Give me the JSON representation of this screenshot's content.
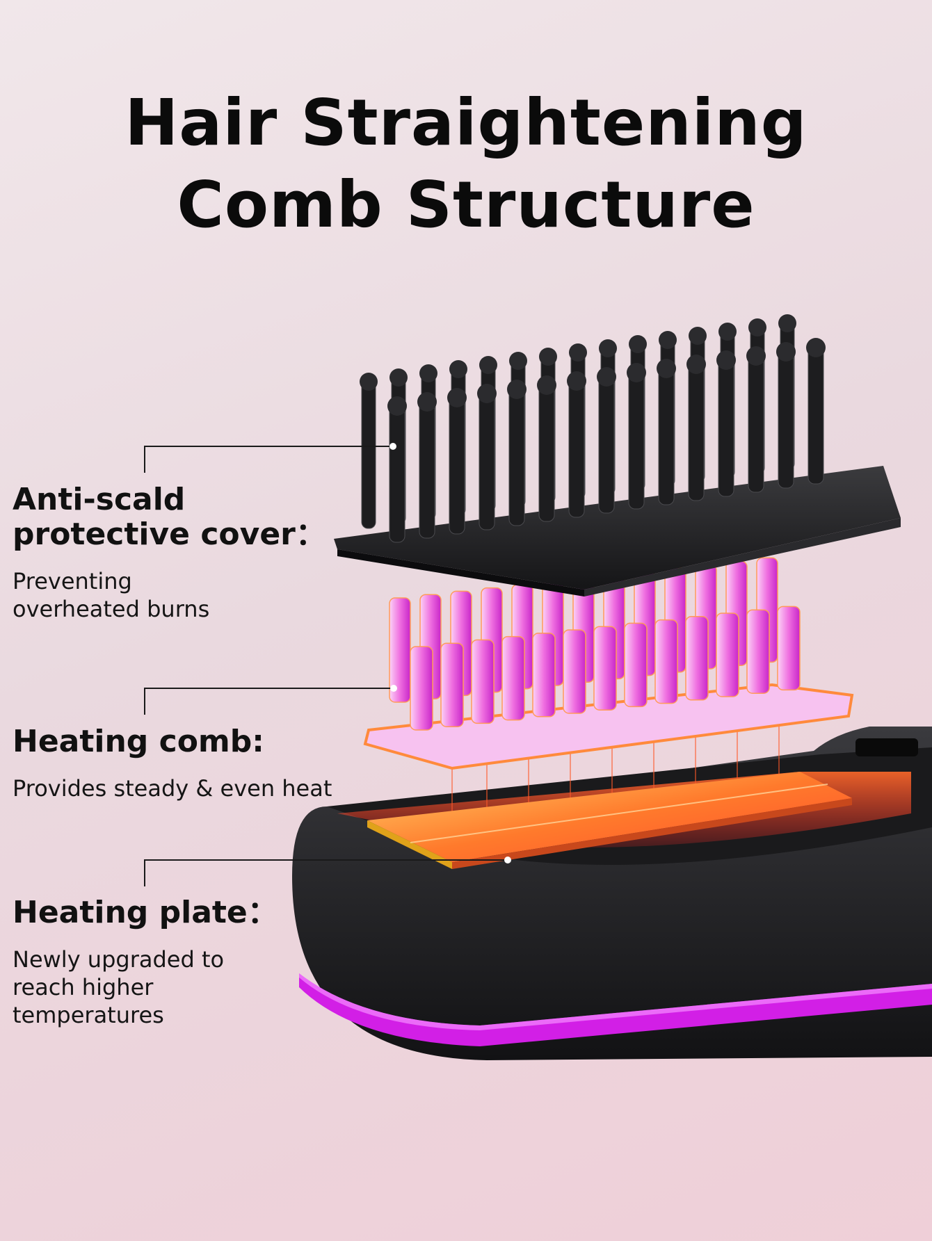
{
  "title": {
    "line1": "Hair Straightening",
    "line2": "Comb Structure"
  },
  "parts": [
    {
      "heading": "Anti-scald\nprotective cover：",
      "description": "Preventing\noverheated burns"
    },
    {
      "heading": "Heating comb:",
      "description": "Provides steady & even heat"
    },
    {
      "heading": "Heating plate：",
      "description": "Newly upgraded to\nreach higher\ntemperatures"
    }
  ],
  "colors": {
    "cover": "#1d1d1f",
    "heating_comb": "#f05ad8",
    "heating_glow": "#ff7a2c",
    "accent_strip": "#d21fe6",
    "callout_line": "#1a1a1a"
  }
}
